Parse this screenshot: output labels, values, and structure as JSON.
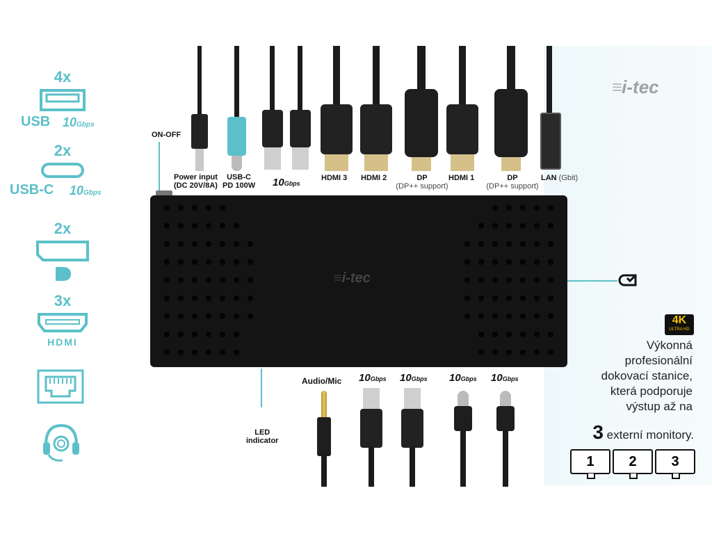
{
  "brand": {
    "logo_text": "i-tec"
  },
  "left_features": [
    {
      "count": "4x",
      "name": "USB",
      "speed": "10",
      "speed_unit": "Gbps",
      "icon": "usb-a-port-icon"
    },
    {
      "count": "2x",
      "name": "USB-C",
      "speed": "10",
      "speed_unit": "Gbps",
      "icon": "usb-c-port-icon"
    },
    {
      "count": "2x",
      "name": "",
      "icon": "displayport-icon"
    },
    {
      "count": "3x",
      "name": "HDMI",
      "icon": "hdmi-port-icon"
    },
    {
      "count": "",
      "name": "",
      "icon": "ethernet-port-icon"
    },
    {
      "count": "",
      "name": "",
      "icon": "headset-icon"
    }
  ],
  "top_ports": {
    "on_off": "ON-OFF",
    "power": "Power input",
    "power_sub": "(DC 20V/8A)",
    "usbc": "USB-C",
    "usbc_sub": "PD 100W",
    "usb_speed": "10",
    "usb_speed_unit": "Gbps",
    "hdmi3": "HDMI 3",
    "hdmi2": "HDMI 2",
    "dp1": "DP",
    "dp1_sub": "(DP++ support)",
    "hdmi1": "HDMI 1",
    "dp2": "DP",
    "dp2_sub": "(DP++ support)",
    "lan": "LAN",
    "lan_sub": "(Gbit)"
  },
  "dock": {
    "logo_text": "i-tec"
  },
  "bottom_ports": {
    "audio": "Audio/Mic",
    "led": "LED",
    "led_sub": "indicator",
    "speed_value": "10",
    "speed_unit": "Gbps"
  },
  "badge": {
    "text": "4K",
    "sub": "ULTRA HD"
  },
  "description": {
    "lines": [
      "Výkonná",
      "profesionální",
      "dokovací stanice,",
      "která  podporuje",
      "výstup až na"
    ],
    "monitors_count": "3",
    "monitors_text": "externí monitory."
  },
  "monitors": [
    "1",
    "2",
    "3"
  ]
}
